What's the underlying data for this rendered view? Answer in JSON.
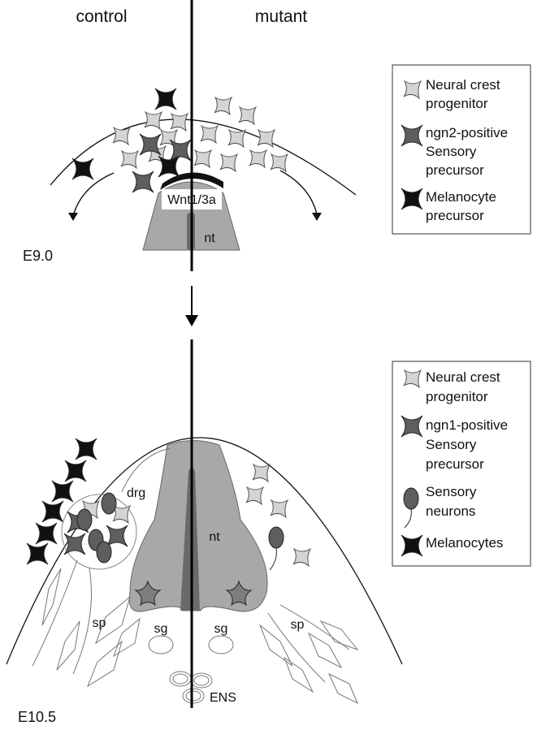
{
  "headers": {
    "left": "control",
    "right": "mutant"
  },
  "panel_top": {
    "stage": "E9.0",
    "signal_label": "Wnt1/3a",
    "tube_label": "nt",
    "legend": [
      {
        "icon": "neural-crest-progenitor-icon",
        "lines": [
          "Neural crest",
          "progenitor"
        ]
      },
      {
        "icon": "sensory-precursor-icon",
        "lines": [
          "ngn2-positive",
          "Sensory",
          "precursor"
        ]
      },
      {
        "icon": "melanocyte-precursor-icon",
        "lines": [
          "Melanocyte",
          "precursor"
        ]
      }
    ]
  },
  "panel_bottom": {
    "stage": "E10.5",
    "tube_label": "nt",
    "labels": {
      "drg": "drg",
      "sp_left": "sp",
      "sp_right": "sp",
      "sg_left": "sg",
      "sg_right": "sg",
      "ens": "ENS"
    },
    "legend": [
      {
        "icon": "neural-crest-progenitor-icon",
        "lines": [
          "Neural crest",
          "progenitor"
        ]
      },
      {
        "icon": "sensory-precursor-icon",
        "lines": [
          "ngn1-positive",
          "Sensory",
          "precursor"
        ]
      },
      {
        "icon": "sensory-neuron-icon",
        "lines": [
          "Sensory",
          "neurons"
        ]
      },
      {
        "icon": "melanocyte-icon",
        "lines": [
          "Melanocytes"
        ]
      }
    ]
  },
  "colors": {
    "progenitor": "#d4d4d4",
    "sensory_precursor": "#5e5e5e",
    "melanocyte": "#111111",
    "neural_tube": "#a8a8a8",
    "tube_lumen": "#6a6a6a"
  }
}
